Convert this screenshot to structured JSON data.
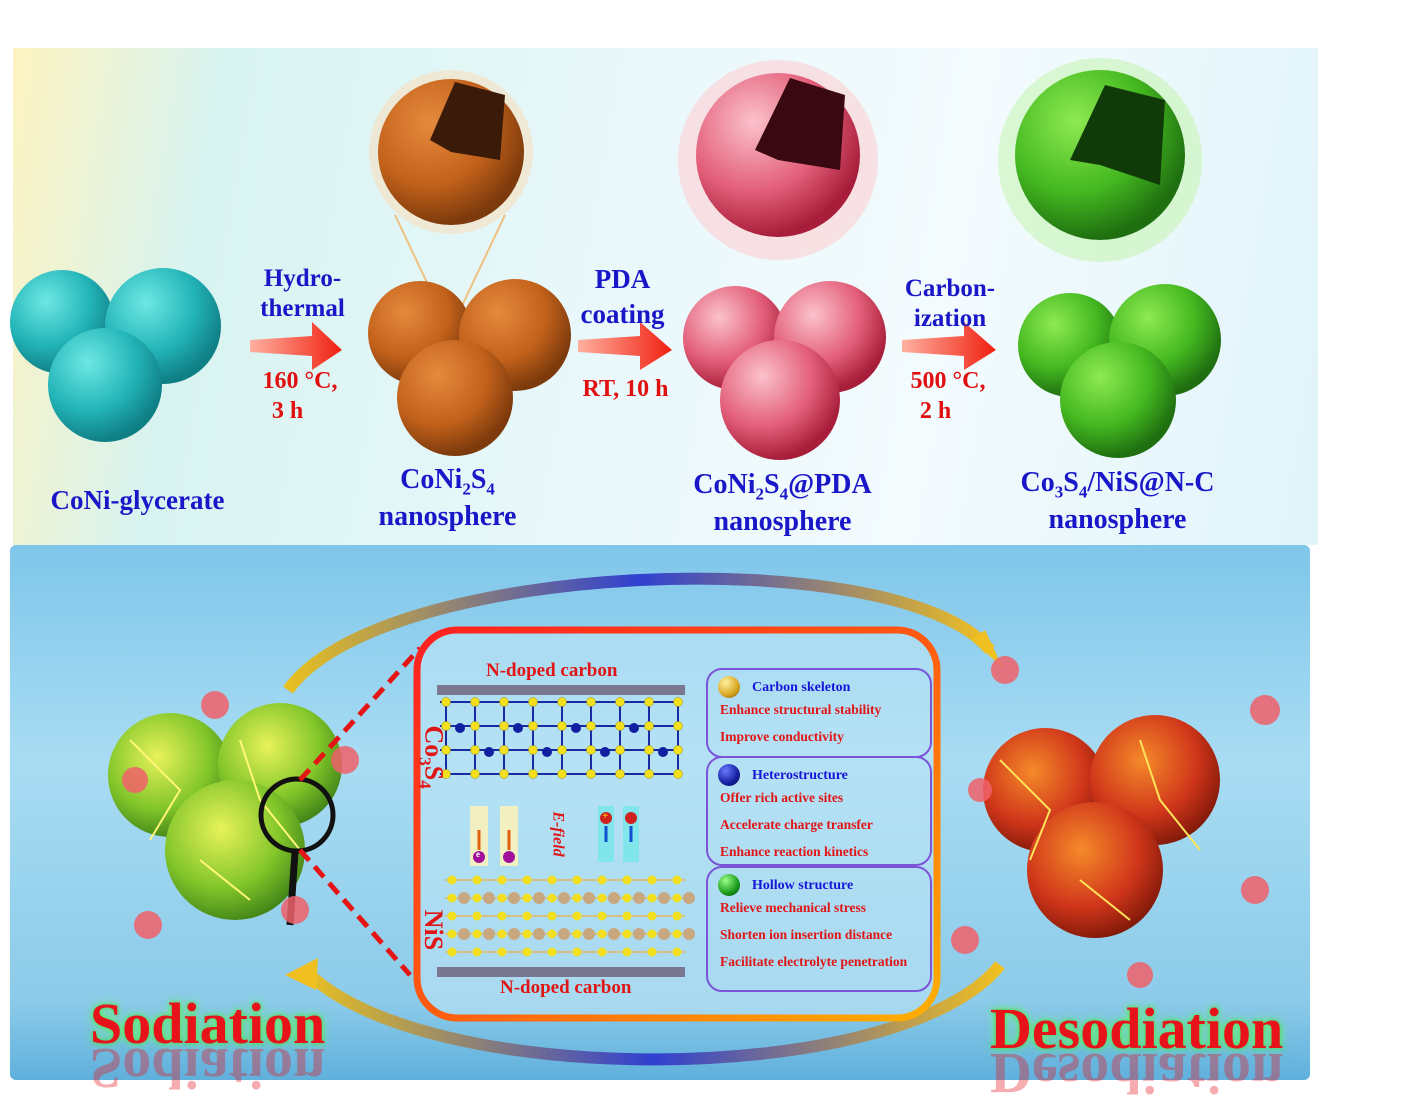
{
  "synthesis": {
    "stages": [
      {
        "label": "CoNi-glycerate",
        "color": "#2cc3c3"
      },
      {
        "label_main": "CoNi",
        "sub1": "2",
        "label_mid": "S",
        "sub2": "4",
        "label_line2": "nanosphere",
        "color": "#c8661e"
      },
      {
        "label_main": "CoNi",
        "sub1": "2",
        "label_mid": "S",
        "sub2": "4",
        "label_tail": "@PDA",
        "label_line2": "nanosphere",
        "color": "#e0607a"
      },
      {
        "label_main": "Co",
        "sub1": "3",
        "label_mid": "S",
        "sub2": "4",
        "label_tail": "/NiS@N-C",
        "label_line2": "nanosphere",
        "color": "#4fc22a"
      }
    ],
    "steps": [
      {
        "title_1": "Hydro-",
        "title_2": "thermal",
        "cond_1": "160 °C,",
        "cond_2": "3 h"
      },
      {
        "title_1": "PDA",
        "title_2": "coating",
        "cond_1": "RT, 10 h"
      },
      {
        "title_1": "Carbon-",
        "title_2": "ization",
        "cond_1": "500 °C,",
        "cond_2": "2 h"
      }
    ]
  },
  "mechanism": {
    "left_label": "Sodiation",
    "right_label": "Desodiation",
    "top_layer": "N-doped carbon",
    "bottom_layer": "N-doped carbon",
    "upper_phase": "Co3S4",
    "lower_phase": "NiS",
    "field_label": "E-field",
    "electron_symbol": "e",
    "hole_symbol": "+"
  },
  "features": [
    {
      "title": "Carbon skeleton",
      "ball_color": "#d9a520",
      "items": [
        "Enhance structural stability",
        "Improve  conductivity"
      ]
    },
    {
      "title": "Heterostructure",
      "ball_color": "#1520a0",
      "items": [
        "Offer rich active sites",
        "Accelerate charge transfer",
        "Enhance reaction kinetics"
      ]
    },
    {
      "title": "Hollow structure",
      "ball_color": "#1a9a1a",
      "items": [
        "Relieve mechanical stress",
        "Shorten ion insertion distance",
        "Facilitate electrolyte penetration"
      ]
    }
  ]
}
